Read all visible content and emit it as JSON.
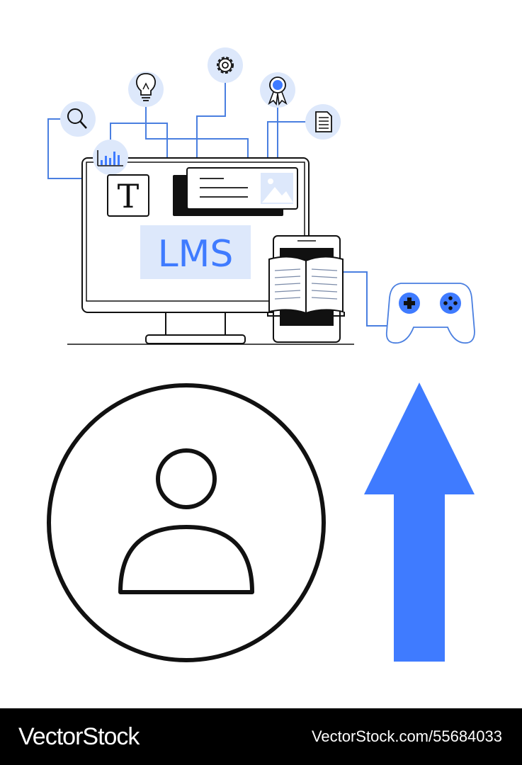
{
  "illustration": {
    "screen_label": "LMS",
    "text_tile_letter": "T",
    "icons": [
      "search-icon",
      "bar-chart-icon",
      "lightbulb-icon",
      "gear-icon",
      "award-ribbon-icon",
      "document-icon",
      "image-icon",
      "open-book-icon",
      "game-controller-icon",
      "user-icon",
      "up-arrow-icon"
    ]
  },
  "watermark": {
    "brand": "VectorStock",
    "image_id": "VectorStock.com/55684033"
  },
  "colors": {
    "accent_blue": "#3f7bff",
    "light_blue_fill": "#dde8fb",
    "line_blue": "#4a7fe0",
    "stroke": "#111111",
    "background": "#ffffff",
    "bar": "#000000"
  }
}
